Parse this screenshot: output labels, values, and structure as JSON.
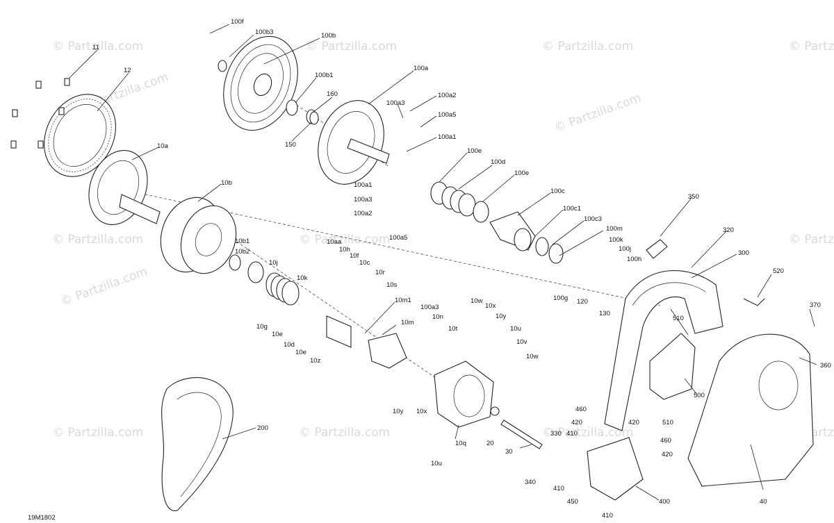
{
  "diagram": {
    "reference_code": "19M1802",
    "watermark": "© Partzilla.com",
    "callouts": [
      "100f",
      "100b3",
      "100b",
      "11",
      "12",
      "100b1",
      "100a",
      "160",
      "100a2",
      "100a3",
      "100a5",
      "150",
      "100a1",
      "10a",
      "100e",
      "100d",
      "100e",
      "100a1",
      "10b",
      "100c",
      "100a3",
      "100a2",
      "100c1",
      "350",
      "100a5",
      "100c3",
      "320",
      "100m",
      "10aa",
      "100k",
      "10b1",
      "10h",
      "100j",
      "300",
      "10b2",
      "10f",
      "100h",
      "10j",
      "10c",
      "10r",
      "10k",
      "100g",
      "120",
      "520",
      "10s",
      "130",
      "10m1",
      "100a3",
      "370",
      "10w",
      "10x",
      "10g",
      "10e",
      "510",
      "10y",
      "10m",
      "10n",
      "10u",
      "10t",
      "10d",
      "10v",
      "360",
      "10e",
      "10z",
      "10w",
      "500",
      "200",
      "10y",
      "10x",
      "510",
      "460",
      "420",
      "420",
      "330",
      "410",
      "460",
      "10q",
      "20",
      "30",
      "420",
      "10u",
      "340",
      "410",
      "450",
      "400",
      "40",
      "410"
    ]
  }
}
